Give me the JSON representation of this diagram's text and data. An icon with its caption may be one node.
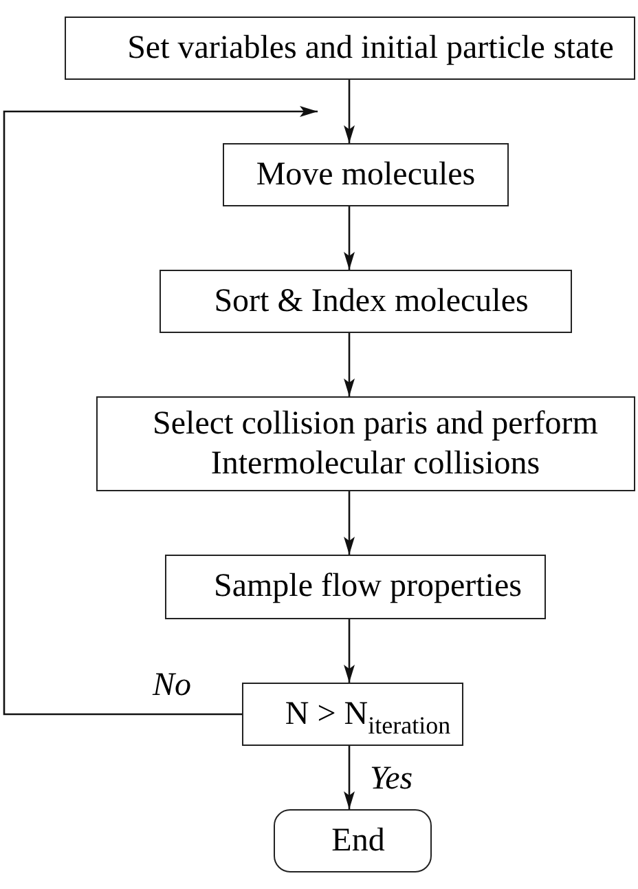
{
  "diagram": {
    "nodes": [
      {
        "text": [
          "Set variables and initial particle state"
        ]
      },
      {
        "text": [
          "Move molecules"
        ]
      },
      {
        "text": [
          "Sort & Index molecules"
        ]
      },
      {
        "text": [
          "Select collision paris and perform Intermolecular collisions"
        ]
      },
      {
        "text": [
          "Sample flow properties"
        ]
      },
      {
        "text": [
          "N > N$_{iteration}$"
        ]
      },
      {
        "text": [
          "End"
        ]
      }
    ],
    "edges": [
      {
        "from": 0,
        "to": 1,
        "arrow": "to"
      },
      {
        "from": 1,
        "to": 2,
        "arrow": "to"
      },
      {
        "from": 2,
        "to": 3,
        "arrow": "to"
      },
      {
        "from": 3,
        "to": 4,
        "arrow": "to"
      },
      {
        "from": 4,
        "to": 5,
        "arrow": "to"
      },
      {
        "from": 5,
        "to": 1,
        "arrow": "to",
        "label": "No"
      },
      {
        "from": 5,
        "to": 6,
        "arrow": "to",
        "label": "Yes"
      }
    ]
  }
}
